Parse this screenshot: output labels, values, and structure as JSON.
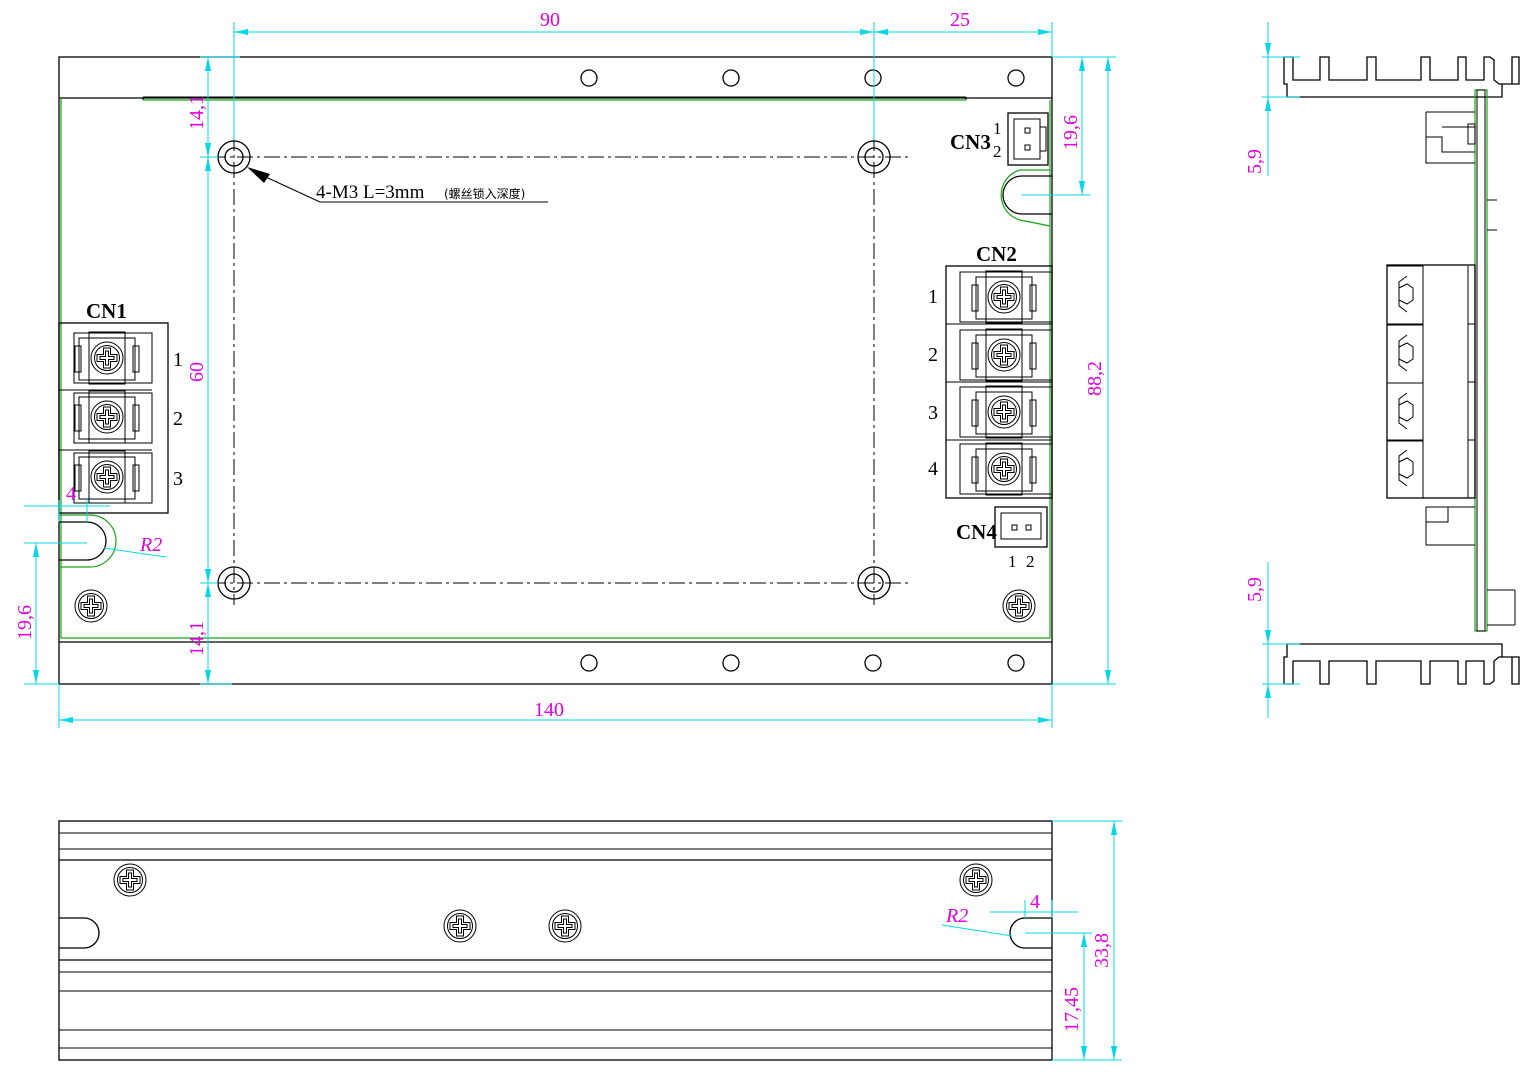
{
  "dimensions": {
    "top_span": "90",
    "top_right": "25",
    "top_margin": "14,1",
    "bottom_margin": "14,1",
    "hole_spacing_v": "60",
    "cn3_offset": "19,6",
    "total_height": "88,2",
    "left_slot_offset": "19,6",
    "total_width": "140",
    "slot_width_left": "4",
    "slot_radius_left": "R2",
    "side_fin_top": "5,9",
    "side_fin_bottom": "5,9",
    "bottom_slot_width": "4",
    "bottom_slot_radius": "R2",
    "bottom_height_total": "33,8",
    "bottom_height_half": "17,45"
  },
  "labels": {
    "cn1": "CN1",
    "cn2": "CN2",
    "cn3": "CN3",
    "cn4": "CN4",
    "cn1_pins": [
      "1",
      "2",
      "3"
    ],
    "cn2_pins": [
      "1",
      "2",
      "3",
      "4"
    ],
    "cn3_pins": [
      "1",
      "2"
    ],
    "cn4_pins": [
      "1",
      "2"
    ],
    "screw_note": "4-M3  L=3mm",
    "screw_note_sub": "(螺丝锁入深度)"
  },
  "colors": {
    "dimension": "#00d8e8",
    "dimension_text": "#e000e0",
    "pcb": "#19a319",
    "outline": "#000000"
  }
}
